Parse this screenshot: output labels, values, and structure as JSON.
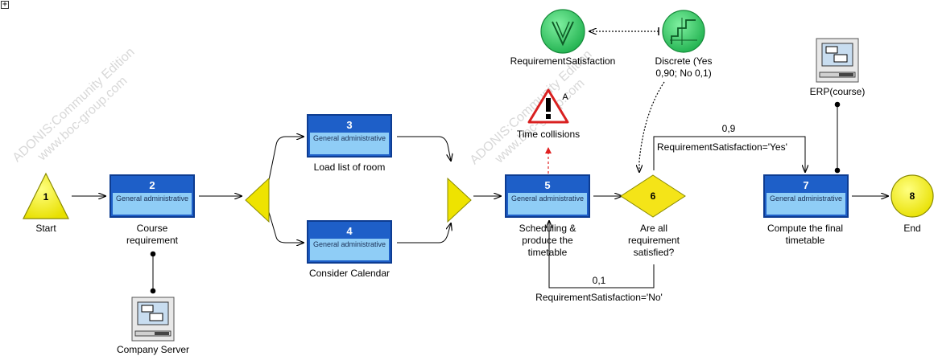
{
  "corner_toggle": "+",
  "watermarks": [
    {
      "line1": "ADONIS:Community Edition",
      "line2": "www.boc-group.com"
    },
    {
      "line1": "ADONIS:Community Edition",
      "line2": "www.boc-group.com"
    }
  ],
  "nodes": {
    "start": {
      "num": "1",
      "label": "Start"
    },
    "n2": {
      "num": "2",
      "type": "General administrative",
      "label": "Course requirement"
    },
    "n3": {
      "num": "3",
      "type": "General administrative",
      "label": "Load list of room"
    },
    "n4": {
      "num": "4",
      "type": "General administrative",
      "label": "Consider Calendar"
    },
    "n5": {
      "num": "5",
      "type": "General administrative",
      "label": "Scheduling & produce the timetable"
    },
    "n6": {
      "num": "6",
      "label": "Are all requirement satisfied?"
    },
    "n7": {
      "num": "7",
      "type": "General administrative",
      "label": "Compute the final timetable"
    },
    "end": {
      "num": "8",
      "label": "End"
    }
  },
  "resources": {
    "company_server": "Company Server",
    "erp": "ERP(course)"
  },
  "annotations": {
    "requirement_satisfaction": "RequirementSatisfaction",
    "discrete": "Discrete (Yes 0,90; No 0,1)",
    "time_collisions": "Time collisions",
    "risk_marker": "A"
  },
  "edges": {
    "yes_prob": "0,9",
    "yes_cond": "RequirementSatisfaction='Yes'",
    "no_prob": "0,1",
    "no_cond": "RequirementSatisfaction='No'"
  },
  "colors": {
    "activity_blue": "#1e5fc8",
    "activity_sub": "#8fcdf6",
    "event_yellow": "#f2e600",
    "decision_yellow": "#f4e418",
    "variable_green": "#27c15c",
    "risk_red": "#d92020"
  }
}
